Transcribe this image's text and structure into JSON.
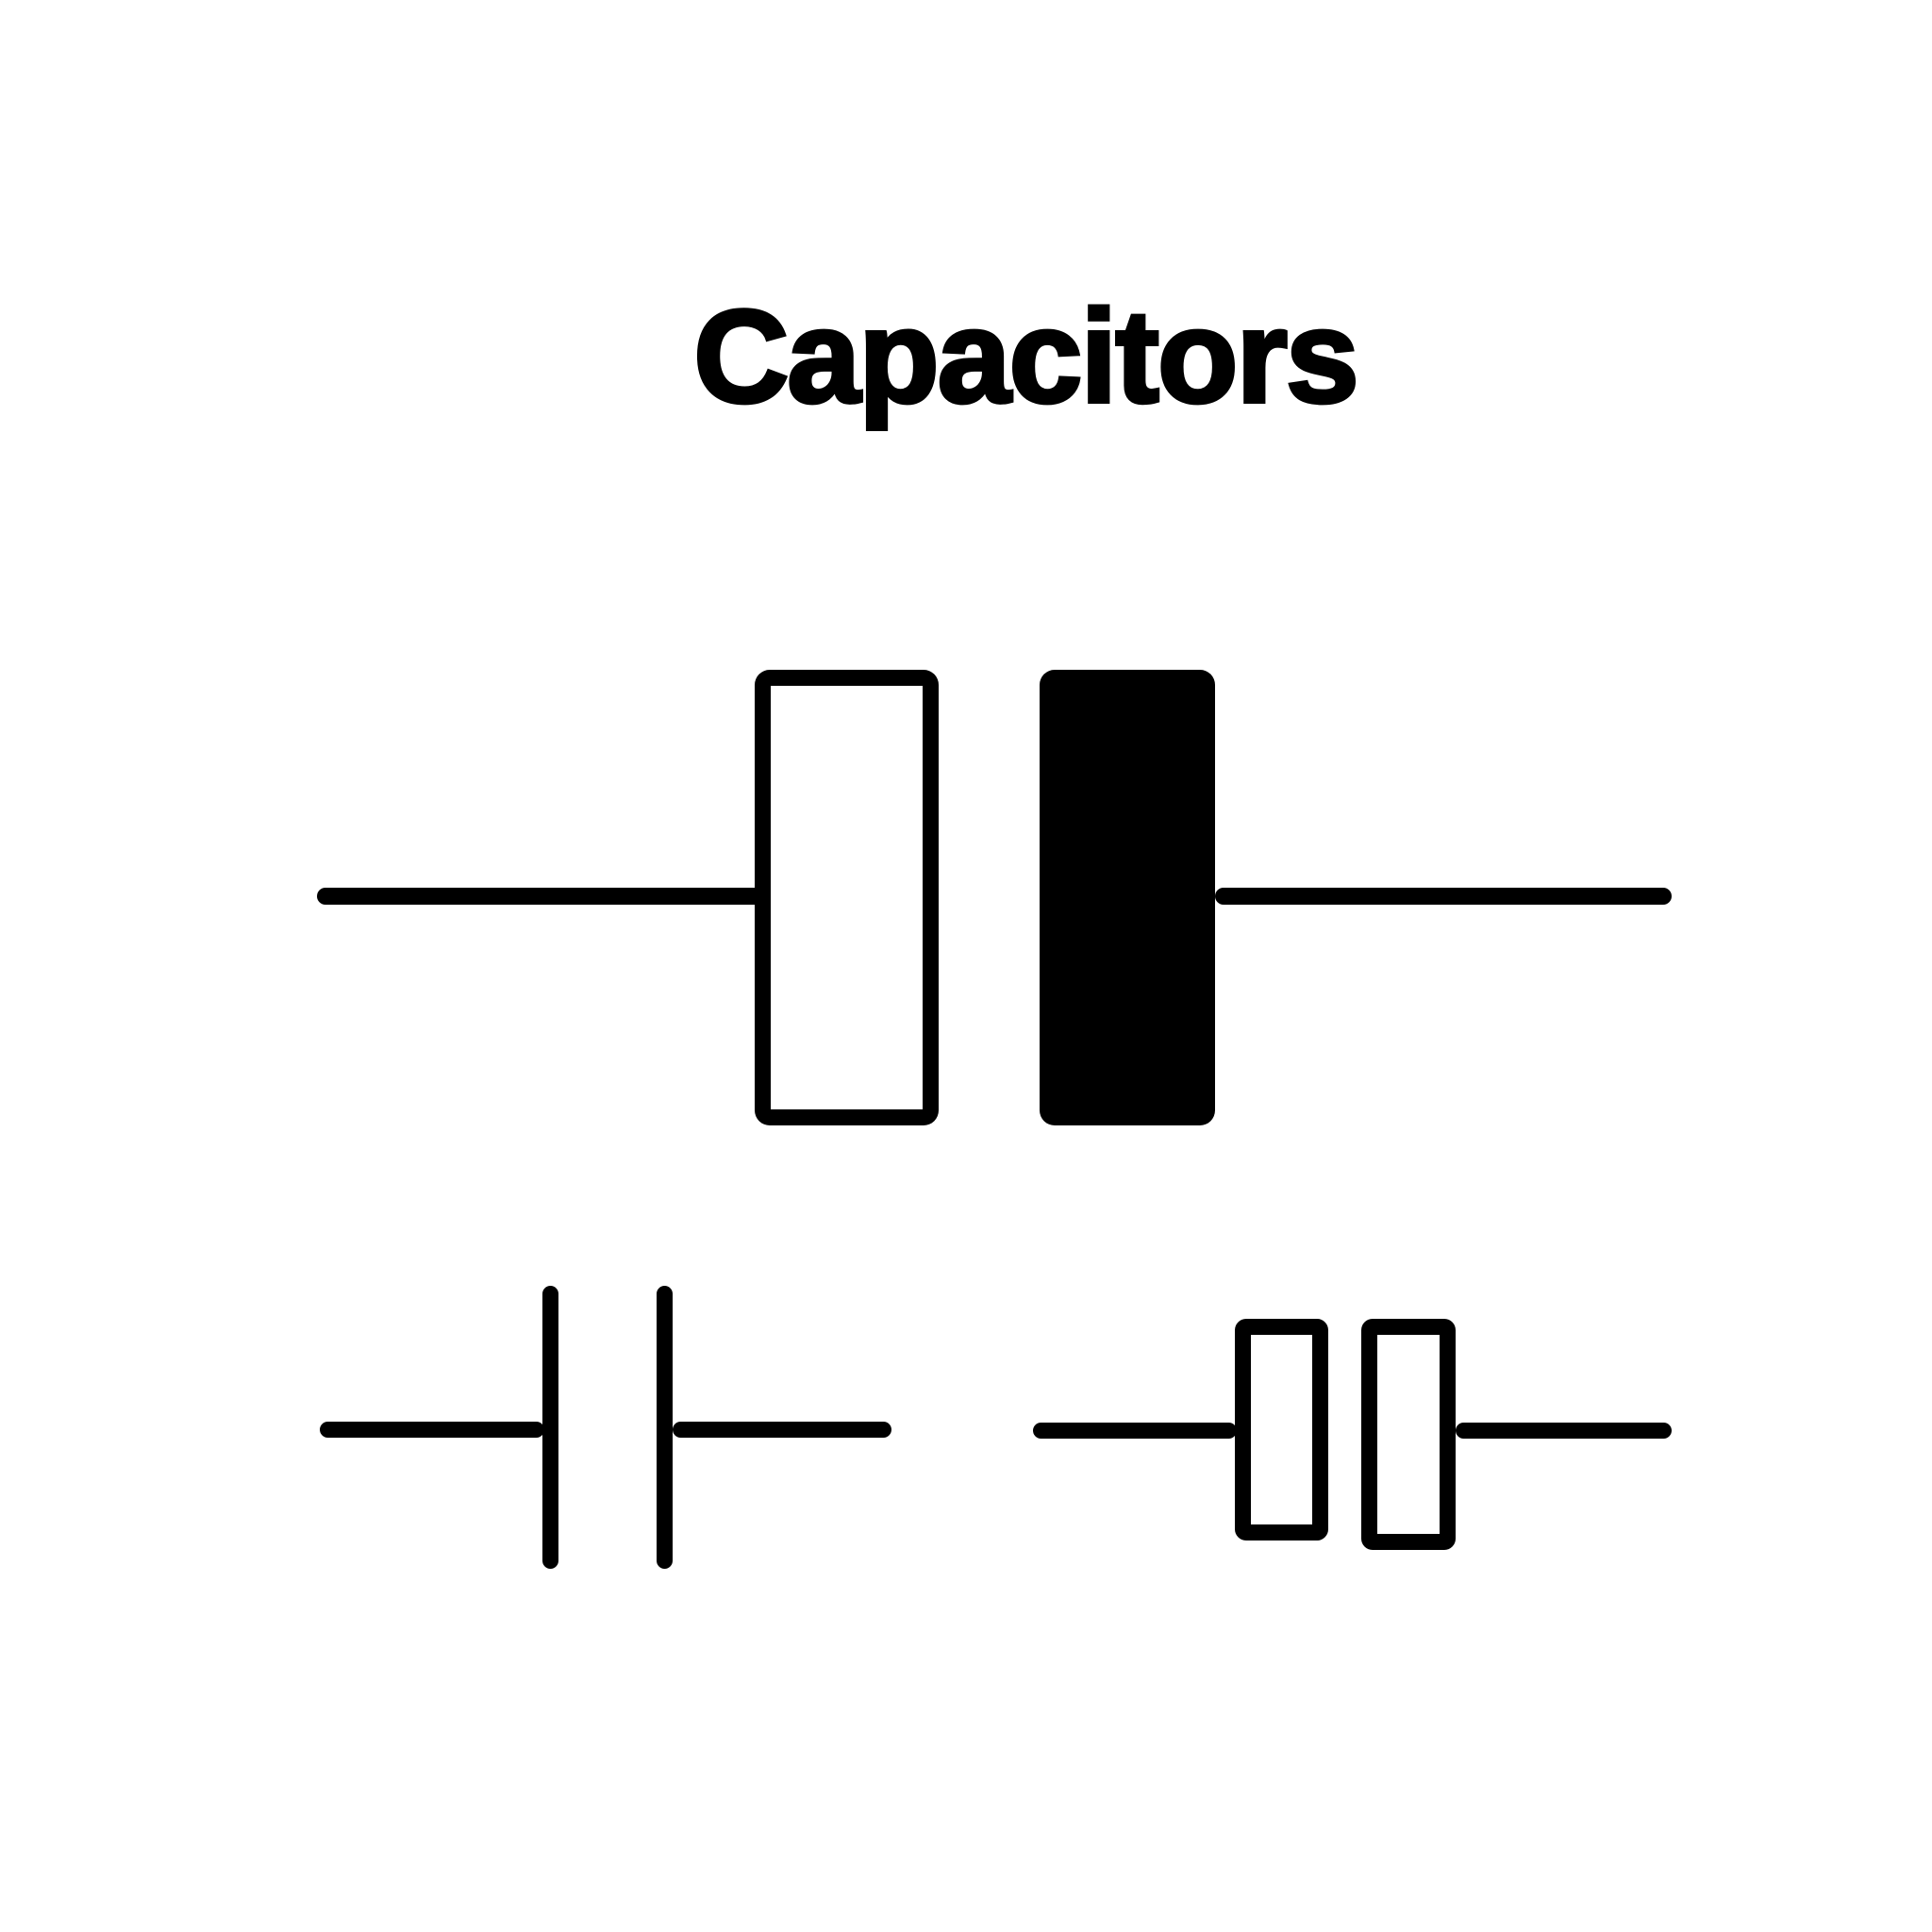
{
  "title": "Capacitors",
  "colors": {
    "ink": "#000000",
    "background": "#ffffff"
  },
  "symbols": [
    {
      "id": "polarized-capacitor-symbol",
      "plates": [
        "open-rectangle",
        "filled-rectangle"
      ]
    },
    {
      "id": "basic-capacitor-symbol",
      "plates": [
        "line",
        "line"
      ]
    },
    {
      "id": "open-plate-capacitor-symbol",
      "plates": [
        "open-rectangle",
        "open-rectangle"
      ]
    }
  ]
}
